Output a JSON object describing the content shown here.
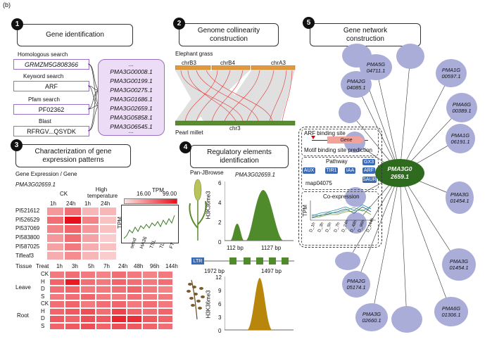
{
  "figure_label": "(b)",
  "panels": {
    "p1": {
      "num": "1",
      "title": "Gene identification"
    },
    "p2": {
      "num": "2",
      "title_l1": "Genome collinearity",
      "title_l2": "construction"
    },
    "p5": {
      "num": "5",
      "title_l1": "Gene network",
      "title_l2": "construction"
    },
    "p3": {
      "num": "3",
      "title_l1": "Characterization of gene",
      "title_l2": "expression patterns"
    },
    "p4": {
      "num": "4",
      "title_l1": "Regulatory elements",
      "title_l2": "identification"
    }
  },
  "gene_id": {
    "searches": [
      {
        "label": "Homologous search",
        "value": "GRMZM5G808366"
      },
      {
        "label": "Keyword search",
        "value": "ARF"
      },
      {
        "label": "Pfam search",
        "value": "PF02362"
      },
      {
        "label": "Blast",
        "value": "RFRGV...QSYDK"
      }
    ],
    "ellipsis_top": "...",
    "ellipsis_bottom": "...",
    "genes": [
      "PMA3G00008.1",
      "PMA3G00199.1",
      "PMA3G00275.1",
      "PMA3G01686.1",
      "PMA3G02659.1",
      "PMA3G05858.1",
      "PMA3G06545.1"
    ]
  },
  "collinearity": {
    "top_species": "Elephant grass",
    "top_chrs": [
      "chrB3",
      "chrB4",
      "chrA3"
    ],
    "bottom_chr": "chr3",
    "bottom_species": "Pearl millet"
  },
  "network": {
    "hub": {
      "l1": "PMA3G0",
      "l2": "2659.1"
    },
    "nodes": [
      {
        "l1": "",
        "l2": ""
      },
      {
        "l1": "PMA5G",
        "l2": "04711.1"
      },
      {
        "l1": "",
        "l2": ""
      },
      {
        "l1": "PMA1G",
        "l2": "00597.1"
      },
      {
        "l1": "PMA2G",
        "l2": "04085.1"
      },
      {
        "l1": "PMA6G",
        "l2": "00389.1"
      },
      {
        "l1": "",
        "l2": ""
      },
      {
        "l1": "",
        "l2": ""
      },
      {
        "l1": "PMA1G",
        "l2": "06191.1"
      },
      {
        "l1": "PMA3G",
        "l2": "01454.1"
      },
      {
        "l1": "",
        "l2": ""
      },
      {
        "l1": "",
        "l2": ""
      },
      {
        "l1": "PMA3G",
        "l2": "01454.1"
      },
      {
        "l1": "PMA2G",
        "l2": "05174.1"
      },
      {
        "l1": "",
        "l2": ""
      },
      {
        "l1": "PMA3G",
        "l2": "02660.1"
      },
      {
        "l1": "",
        "l2": ""
      },
      {
        "l1": "PMA6G",
        "l2": "01306.1"
      }
    ],
    "info": {
      "arf_binding": "ARF binding site",
      "gene": "Gene",
      "motif": "Motif binding site prediction",
      "pathway": "Pathway",
      "map": "map04075",
      "chips": [
        "GX3",
        "AUX",
        "TIR1",
        "IAA",
        "ARF",
        "SAUR"
      ],
      "coexp": "Co-expression",
      "coexp_ylabel": "TPM",
      "coexp_x": [
        "D_1h",
        "D_3h",
        "D_5h",
        "D_7h",
        "D_24h",
        "D_48h",
        "D_96h",
        "D_144h"
      ]
    }
  },
  "expression": {
    "header": "Gene Expression / Gene",
    "gene": "PMA3G02659.1",
    "conds": [
      "CK",
      "High temperature"
    ],
    "times": [
      "1h",
      "24h",
      "1h",
      "24h"
    ],
    "rows": [
      "PI521612",
      "PI526529",
      "PI537069",
      "PI583800",
      "PI587025",
      "Tifleaf3"
    ],
    "heatmap1": [
      [
        0.35,
        0.55,
        0.2,
        0.2
      ],
      [
        0.55,
        1.0,
        0.45,
        0.15
      ],
      [
        0.45,
        0.6,
        0.35,
        0.15
      ],
      [
        0.35,
        0.55,
        0.3,
        0.1
      ],
      [
        0.3,
        0.5,
        0.25,
        0.15
      ],
      [
        0.25,
        0.4,
        0.2,
        0.1
      ]
    ],
    "tpm": {
      "label": "TPM",
      "min": "16.00",
      "max": "99.00",
      "ylabel": "TPM",
      "x": [
        "seed",
        "HA36",
        "TSL",
        "TL",
        "FT"
      ]
    },
    "heatmap2_cols": [
      "Tissue",
      "Treat",
      "1h",
      "3h",
      "5h",
      "7h",
      "24h",
      "48h",
      "96h",
      "144h"
    ],
    "tissues": [
      "Leave",
      "Root"
    ],
    "treats": [
      "CK",
      "H",
      "D",
      "S",
      "CK",
      "H",
      "D",
      "S"
    ],
    "heatmap2": [
      [
        0.5,
        0.55,
        0.5,
        0.45,
        0.55,
        0.5,
        0.45,
        0.5
      ],
      [
        0.6,
        0.95,
        0.55,
        0.5,
        0.6,
        0.55,
        0.5,
        0.55
      ],
      [
        0.55,
        0.6,
        0.5,
        0.5,
        0.55,
        0.6,
        0.5,
        0.45
      ],
      [
        0.5,
        0.55,
        0.6,
        0.5,
        0.5,
        0.55,
        0.5,
        0.5
      ],
      [
        0.55,
        0.6,
        0.5,
        0.55,
        0.6,
        0.5,
        0.55,
        0.5
      ],
      [
        0.6,
        0.65,
        0.7,
        0.55,
        0.75,
        0.6,
        0.55,
        0.6
      ],
      [
        0.65,
        0.6,
        0.7,
        0.65,
        0.9,
        0.85,
        0.65,
        0.6
      ],
      [
        0.6,
        0.65,
        0.7,
        0.6,
        0.7,
        0.65,
        0.6,
        0.55
      ]
    ]
  },
  "regulatory": {
    "browser": "Pan-JBrowse",
    "gene": "PMA3G02659.1",
    "chart1": {
      "ylabel": "H3K36me3",
      "yticks": [
        "6",
        "4",
        "2",
        "0"
      ],
      "peak1": "112 bp",
      "peak2": "1127 bp"
    },
    "ltr": "LTR",
    "ltr_len": "1972 bp",
    "gene_len": "1497 bp",
    "chart2": {
      "ylabel": "H3K36me3",
      "yticks": [
        "12",
        "9",
        "6",
        "3",
        "0"
      ]
    }
  },
  "colors": {
    "purple_box": "#ecdcf6",
    "node": "#a9add8",
    "hub": "#2e6b1f",
    "peak_green": "#4f8a2b",
    "peak_gold": "#b8860b",
    "heat_high": "#e8101a",
    "heat_low": "#fbe1e1",
    "link_red": "#e24a4a"
  }
}
